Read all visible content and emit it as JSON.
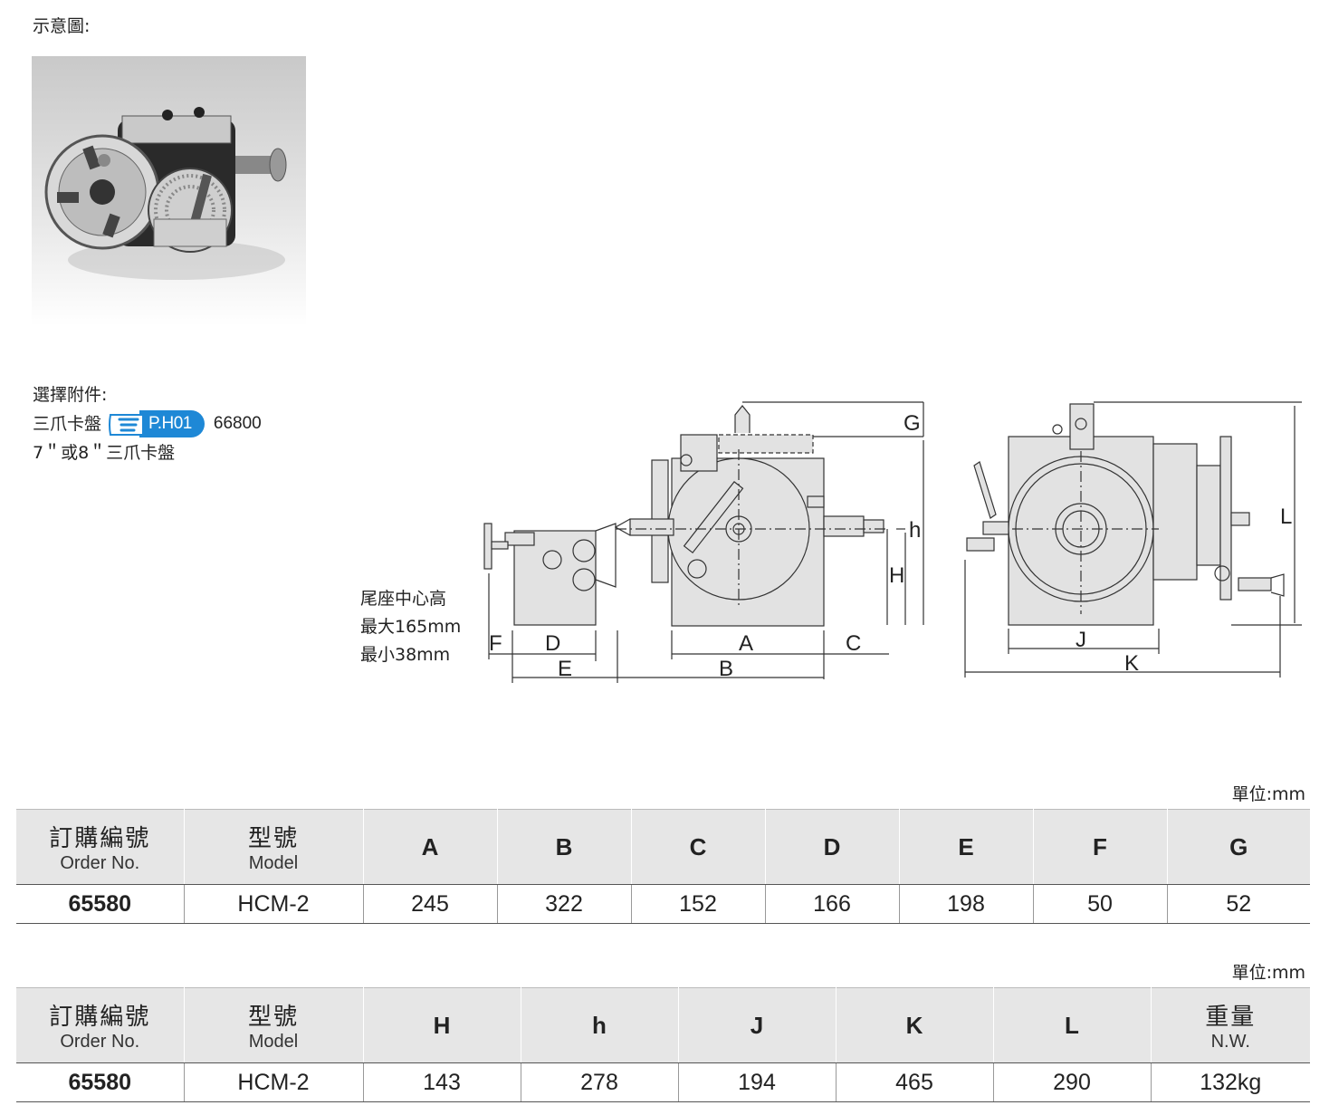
{
  "header": {
    "caption": "示意圖:"
  },
  "accessories": {
    "title": "選擇附件:",
    "item1_label": "三爪卡盤",
    "item1_page": "P.H01",
    "item1_code": "66800",
    "item2_label": "7＂或8＂三爪卡盤"
  },
  "tailstock_note": {
    "line1": "尾座中心高",
    "line2": "最大165mm",
    "line3": "最小38mm"
  },
  "dims": {
    "A": "A",
    "B": "B",
    "C": "C",
    "D": "D",
    "E": "E",
    "F": "F",
    "G": "G",
    "H": "H",
    "h": "h",
    "J": "J",
    "K": "K",
    "L": "L"
  },
  "table1": {
    "unit": "單位:mm",
    "order_zh": "訂購編號",
    "order_en": "Order No.",
    "model_zh": "型號",
    "model_en": "Model",
    "cols": [
      "A",
      "B",
      "C",
      "D",
      "E",
      "F",
      "G"
    ],
    "row": {
      "order": "65580",
      "model": "HCM-2",
      "values": [
        "245",
        "322",
        "152",
        "166",
        "198",
        "50",
        "52"
      ]
    }
  },
  "table2": {
    "unit": "單位:mm",
    "order_zh": "訂購編號",
    "order_en": "Order No.",
    "model_zh": "型號",
    "model_en": "Model",
    "cols": [
      "H",
      "h",
      "J",
      "K",
      "L"
    ],
    "weight_zh": "重量",
    "weight_en": "N.W.",
    "row": {
      "order": "65580",
      "model": "HCM-2",
      "values": [
        "143",
        "278",
        "194",
        "465",
        "290",
        "132kg"
      ]
    }
  },
  "colors": {
    "accent": "#1e88d6",
    "header_bg": "#e6e6e6",
    "part_fill": "#e2e2e2"
  }
}
